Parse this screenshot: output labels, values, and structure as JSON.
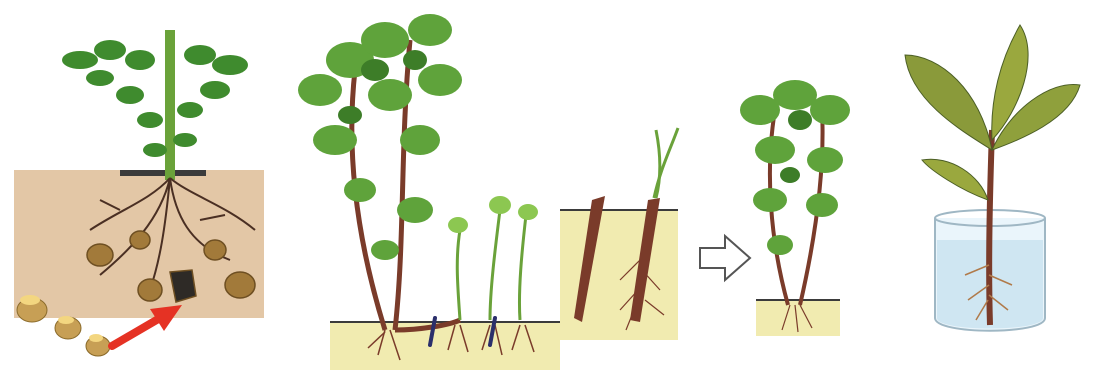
{
  "diagram": {
    "panels": [
      {
        "id": "potato-tuber-propagation"
      },
      {
        "id": "layering-propagation"
      },
      {
        "id": "stem-cutting-propagation"
      },
      {
        "id": "water-rooting-propagation"
      }
    ],
    "colors": {
      "soil_tan": "#e3c7a6",
      "soil_yellow": "#f1ebb0",
      "leaf_dark": "#3f8b2e",
      "leaf_light": "#8cc751",
      "stem_brown": "#7a3b2a",
      "root_dark": "#4a2f23",
      "tuber": "#a27a3a",
      "arrow_red": "#e53224",
      "water_blue": "#cfe6f2",
      "pin_navy": "#2b2f6b"
    },
    "icons": [
      "red-arrow-icon",
      "outline-arrow-icon"
    ]
  }
}
